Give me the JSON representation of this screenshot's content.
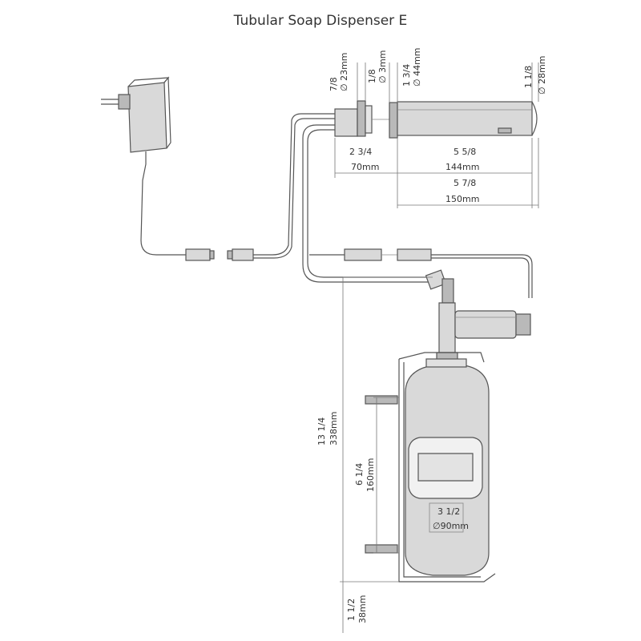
{
  "title": "Tubular Soap Dispenser E",
  "dimensions": {
    "nut_dia_mm": "23mm",
    "nut_dia_in": "7/8",
    "washer_mm": "3mm",
    "washer_in": "1/8",
    "plate_dia_mm": "44mm",
    "plate_dia_in": "1 3/4",
    "spout_dia_mm": "28mm",
    "spout_dia_in": "1 1/8",
    "shank_mm": "70mm",
    "shank_in": "2 3/4",
    "spout_len_mm": "144mm",
    "spout_len_in": "5 5/8",
    "total_len_mm": "150mm",
    "total_len_in": "5 7/8",
    "height_mm": "338mm",
    "height_in": "13 1/4",
    "window_mm": "160mm",
    "window_in": "6 1/4",
    "bottle_dia_mm": "90mm",
    "bottle_dia_in": "3 1/2",
    "base_mm": "38mm",
    "base_in": "1 1/2"
  },
  "symbols": {
    "diameter": "∅"
  }
}
